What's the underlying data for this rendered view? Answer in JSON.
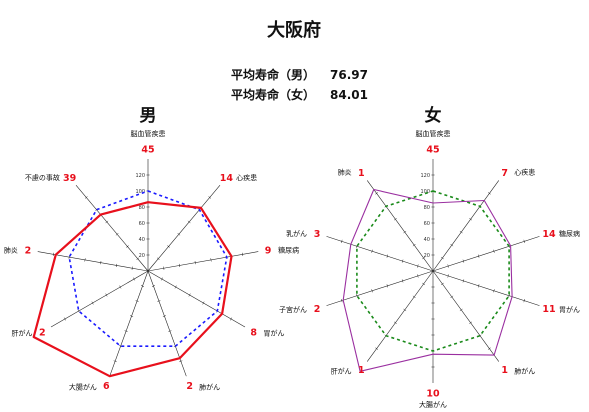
{
  "title": "大阪府",
  "life_expectancy": [
    {
      "label": "平均寿命（男）",
      "value": "76.97"
    },
    {
      "label": "平均寿命（女）",
      "value": "84.01"
    }
  ],
  "chart_data": [
    {
      "type": "radar",
      "title": "男",
      "axis_max": 140,
      "ticks": [
        "20",
        "40",
        "60",
        "80",
        "100",
        "120"
      ],
      "reference_value": 100,
      "colors": {
        "series": "#e8101c",
        "reference": "#1a1aff",
        "rank": "#e8101c"
      },
      "axes": [
        {
          "label": "脳血管疾患",
          "rank": "45",
          "value": 86
        },
        {
          "label": "心疾患",
          "rank": "14",
          "value": 103
        },
        {
          "label": "糖尿病",
          "rank": "9",
          "value": 106
        },
        {
          "label": "胃がん",
          "rank": "8",
          "value": 107
        },
        {
          "label": "肺がん",
          "rank": "2",
          "value": 116
        },
        {
          "label": "大腸がん",
          "rank": "6",
          "value": 140
        },
        {
          "label": "肝がん",
          "rank": "2",
          "value": 165
        },
        {
          "label": "肺炎",
          "rank": "2",
          "value": 117
        },
        {
          "label": "不慮の事故",
          "rank": "39",
          "value": 92
        }
      ]
    },
    {
      "type": "radar",
      "title": "女",
      "axis_max": 140,
      "ticks": [
        "20",
        "40",
        "60",
        "80",
        "100",
        "120"
      ],
      "reference_value": 100,
      "colors": {
        "series": "#9a2fa0",
        "reference": "#1a8a1a",
        "rank": "#e8101c"
      },
      "axes": [
        {
          "label": "脳血管疾患",
          "rank": "45",
          "value": 85
        },
        {
          "label": "心疾患",
          "rank": "7",
          "value": 109
        },
        {
          "label": "糖尿病",
          "rank": "14",
          "value": 102
        },
        {
          "label": "胃がん",
          "rank": "11",
          "value": 104
        },
        {
          "label": "肺がん",
          "rank": "1",
          "value": 130
        },
        {
          "label": "大腸がん",
          "rank": "10",
          "value": 104
        },
        {
          "label": "肝がん",
          "rank": "1",
          "value": 155
        },
        {
          "label": "子宮がん",
          "rank": "2",
          "value": 118
        },
        {
          "label": "乳がん",
          "rank": "3",
          "value": 108
        },
        {
          "label": "肺炎",
          "rank": "1",
          "value": 126
        }
      ]
    }
  ]
}
